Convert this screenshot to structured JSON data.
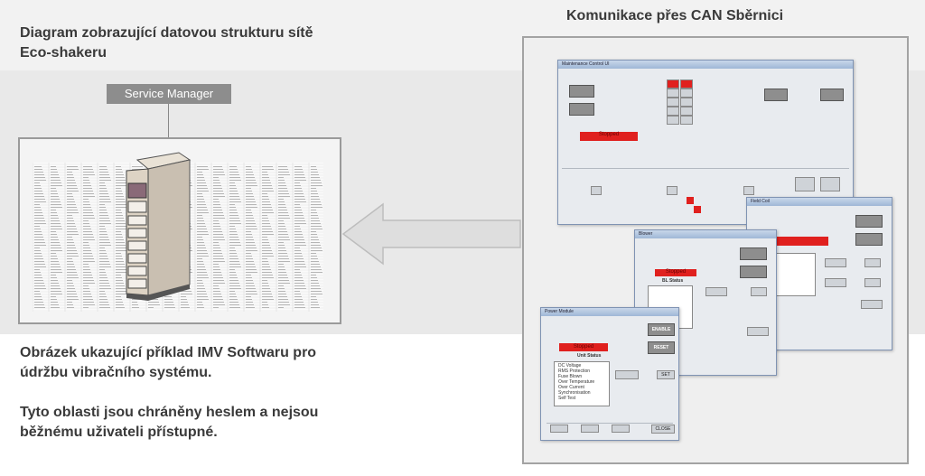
{
  "header": {
    "left_title": "Diagram zobrazující datovou strukturu sítě Eco-shakeru",
    "right_title": "Komunikace přes CAN Sběrnici"
  },
  "service_manager": {
    "label": "Service Manager"
  },
  "caption": {
    "line1": "Obrázek ukazující příklad IMV Softwaru pro údržbu vibračního systému.",
    "line2": "Tyto oblasti jsou chráněny heslem a nejsou běžnému uživateli přístupné."
  },
  "windows": {
    "maintenance": {
      "title": "Maintenance Control UI",
      "status": "Stopped"
    },
    "field_coil": {
      "title": "Field Coil"
    },
    "blower": {
      "title": "Blower",
      "status": "Stopped",
      "section": "BL Status"
    },
    "power_module": {
      "title": "Power Module",
      "status": "Stopped",
      "section": "Unit Status",
      "enable": "ENABLE",
      "reset": "RESET",
      "close": "CLOSE",
      "set": "SET",
      "checks": [
        "DC Voltage",
        "RMS Protection",
        "Fuse Blown",
        "Over Temperature",
        "Over Current",
        "Synchronisation",
        "Self Test"
      ]
    }
  },
  "colors": {
    "frame": "#9a9a9a",
    "status_red": "#e0201e",
    "arrow": "#dcdcdc"
  }
}
